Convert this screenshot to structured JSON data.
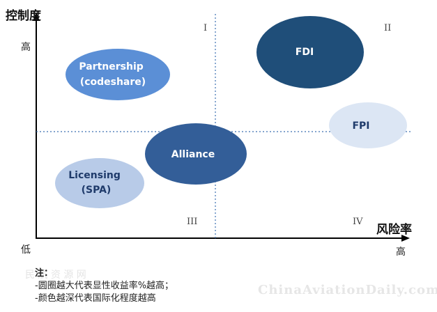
{
  "axes": {
    "y_title": "控制度",
    "y_high": "高",
    "origin_low": "低",
    "x_title": "风险率",
    "x_high": "高"
  },
  "quadrants": {
    "q1": "I",
    "q2": "II",
    "q3": "III",
    "q4": "IV"
  },
  "bubbles": [
    {
      "label_lines": [
        "Partnership",
        "(codeshare)"
      ],
      "color": "#5b8fd6",
      "text_color": "#ffffff"
    },
    {
      "label_lines": [
        "FDI"
      ],
      "color": "#1f4e79",
      "text_color": "#ffffff"
    },
    {
      "label_lines": [
        "FPI"
      ],
      "color": "#dce6f4",
      "text_color": "#1f3b6b"
    },
    {
      "label_lines": [
        "Alliance"
      ],
      "color": "#335e98",
      "text_color": "#ffffff"
    },
    {
      "label_lines": [
        "Licensing",
        "(SPA)"
      ],
      "color": "#b8cbe8",
      "text_color": "#1f3b6b"
    }
  ],
  "notes": {
    "title": "注：",
    "line1": "-圆圈越大代表显性收益率%越高；",
    "line2": "-颜色越深代表国际化程度越高"
  },
  "watermarks": {
    "left": "民 航 资 源 网",
    "right": "ChinaAviationDaily.com"
  }
}
